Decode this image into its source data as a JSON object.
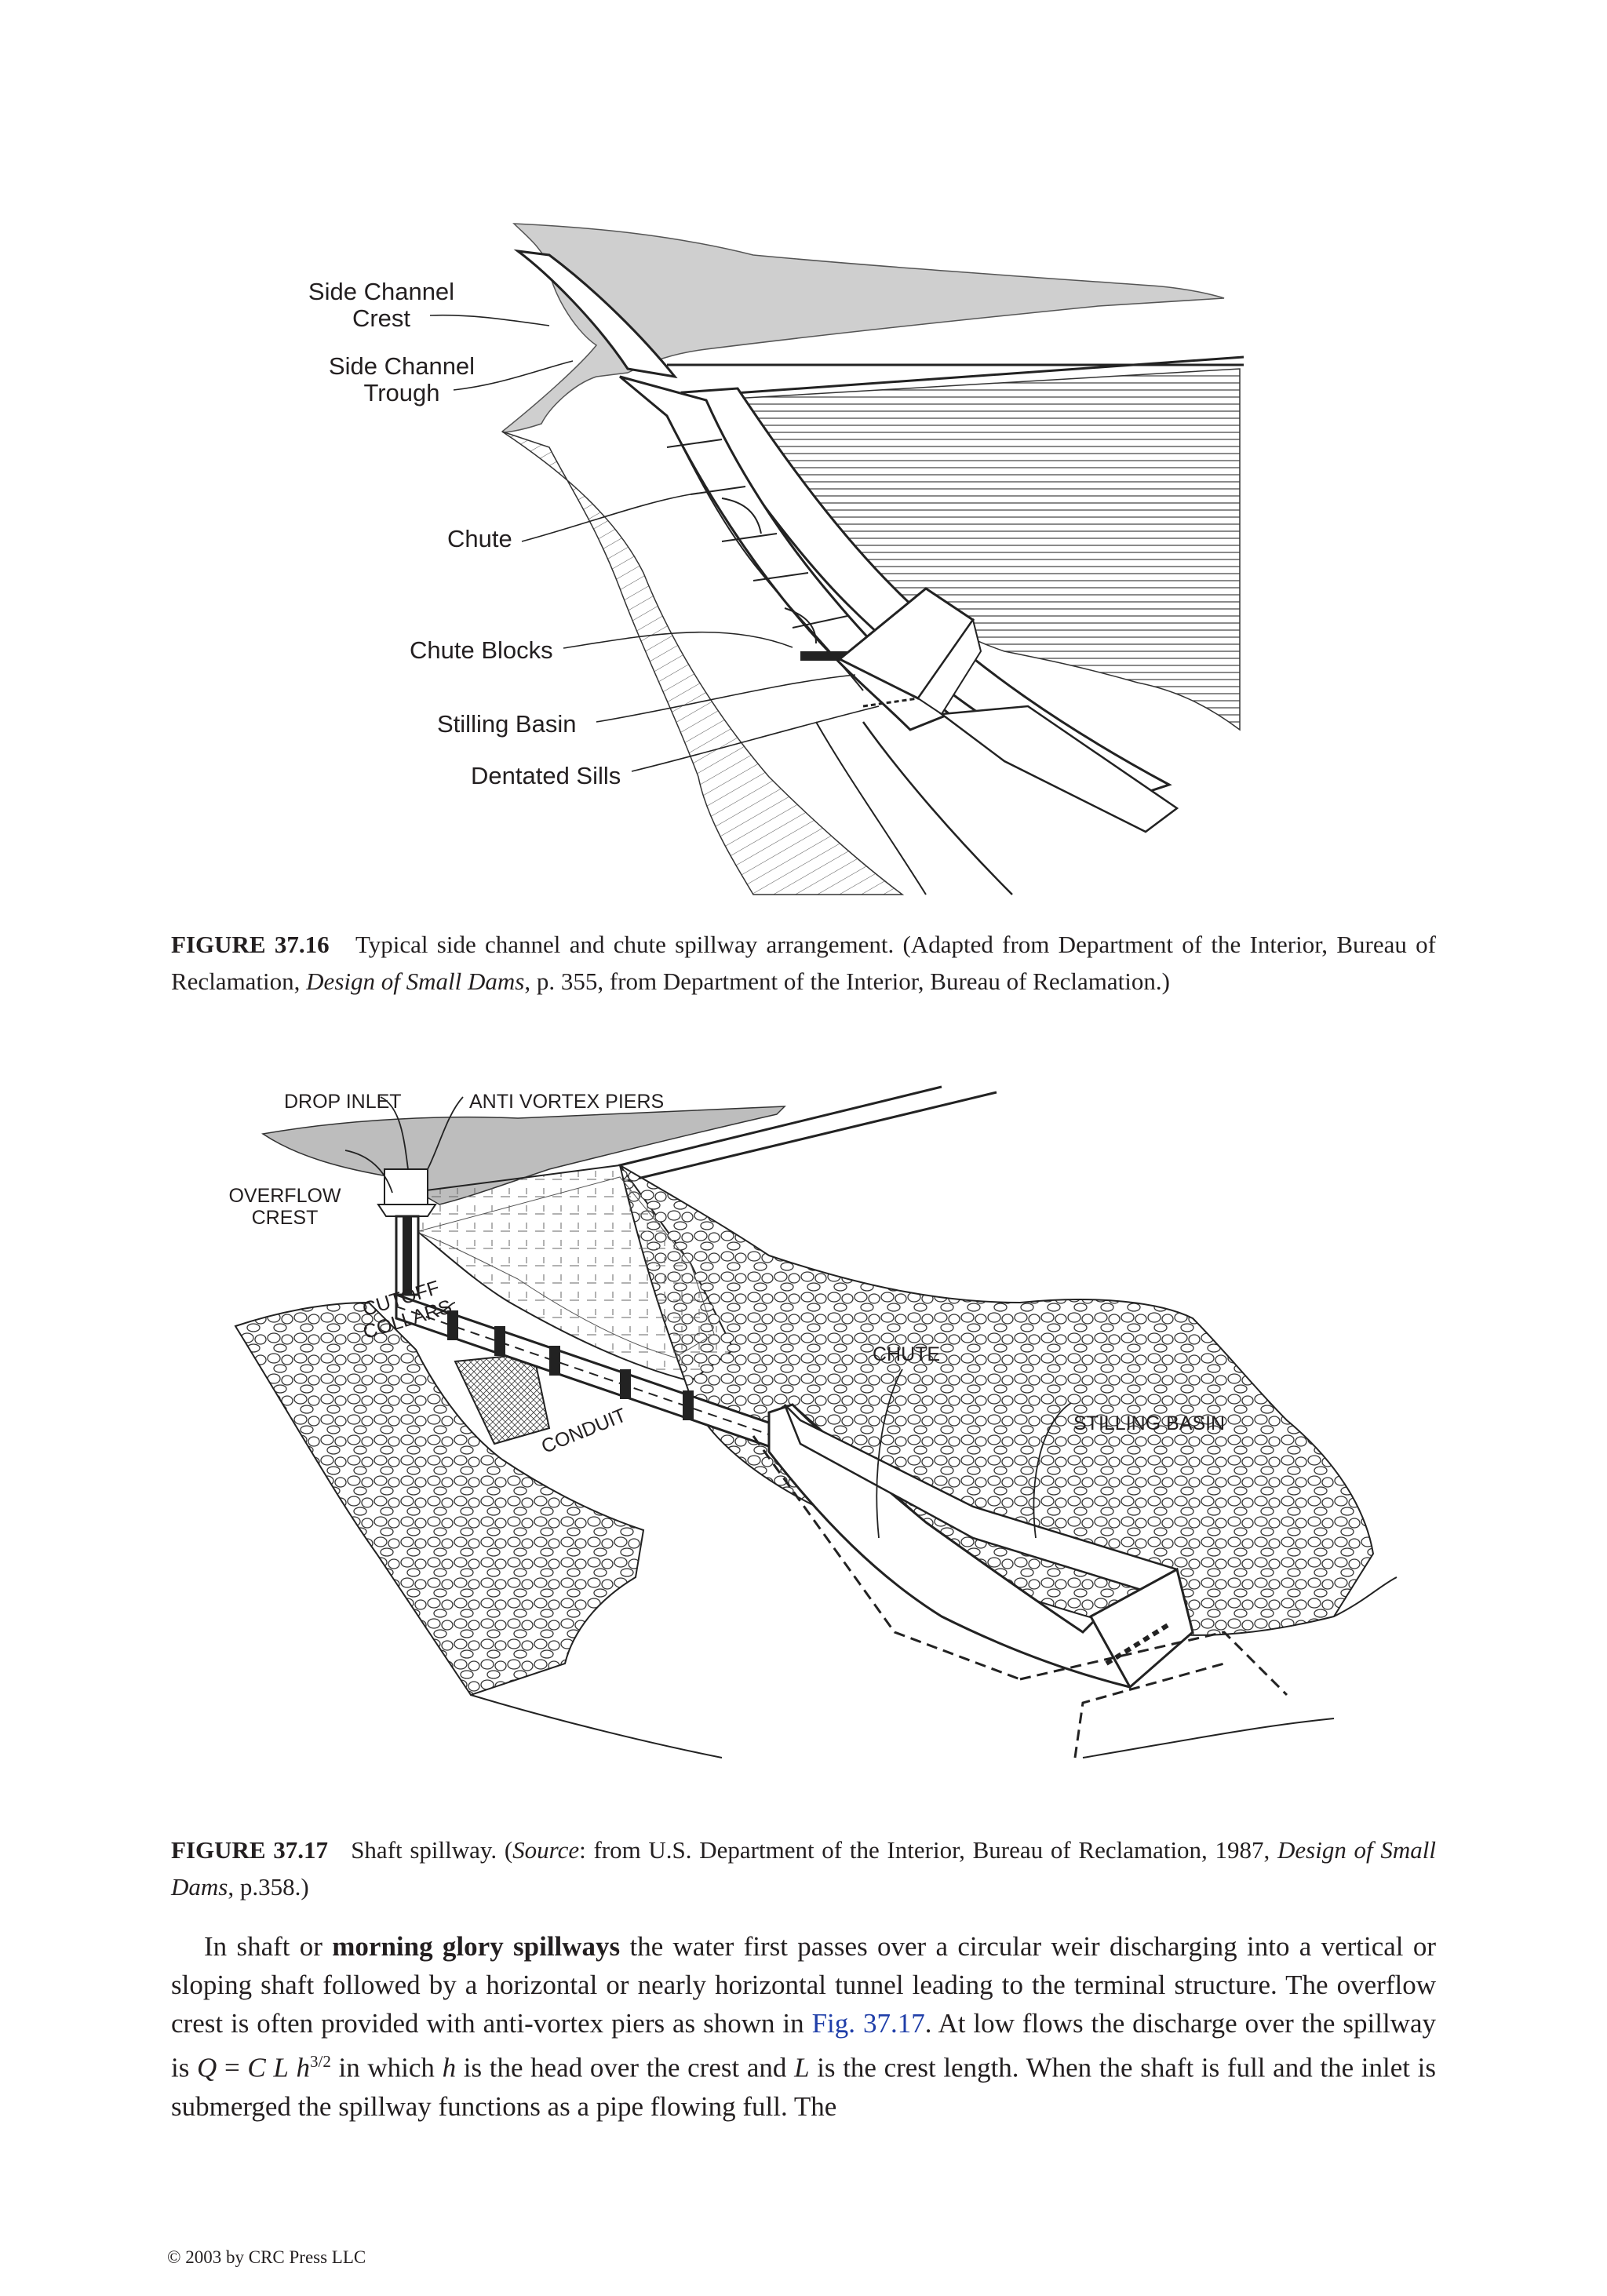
{
  "figure1": {
    "labels": {
      "side_channel_crest": "Side Channel\nCrest",
      "side_channel_trough": "Side Channel\nTrough",
      "chute": "Chute",
      "chute_blocks": "Chute Blocks",
      "stilling_basin": "Stilling Basin",
      "dentated_sills": "Dentated Sills"
    },
    "caption": {
      "number": "FIGURE 37.16",
      "text_before": "Typical side channel and chute spillway arrangement. (Adapted from Department of the Interior, Bureau of Reclamation, ",
      "title_italic": "Design of Small Dams",
      "text_after": ", p. 355, from Department of the Interior, Bureau of Reclamation.)"
    }
  },
  "figure2": {
    "labels": {
      "drop_inlet": "DROP INLET",
      "anti_vortex_piers": "ANTI VORTEX PIERS",
      "overflow_crest": "OVERFLOW\nCREST",
      "cutoff_collars": "CUTOFF\nCOLLARS",
      "conduit": "CONDUIT",
      "chute": "CHUTE",
      "stilling_basin": "STILLING BASIN"
    },
    "caption": {
      "number": "FIGURE 37.17",
      "text_a": "Shaft spillway. (",
      "source_italic": "Source",
      "text_b": ": from U.S. Department of the Interior, Bureau of Reclamation, 1987, ",
      "title_italic": "Design of Small Dams",
      "text_c": ", p.358.)"
    }
  },
  "body": {
    "intro": "In shaft or ",
    "term_bold": "morning glory spillways",
    "text1": " the water first passes over a circular weir discharging into a vertical or sloping shaft followed by a horizontal or nearly horizontal tunnel leading to the terminal structure. The overflow crest is often provided with anti-vortex piers as shown in ",
    "fig_ref": "Fig. 37.17",
    "text2": ". At low flows the discharge over the spillway is ",
    "eq_Q": "Q",
    "eq_eq": " = ",
    "eq_C": "C",
    "eq_L": "L",
    "eq_h": "h",
    "eq_exp": "3/2",
    "text3": " in which ",
    "var_h": "h",
    "text4": " is the head over the crest and ",
    "var_L": "L",
    "text5": " is the crest length. When the shaft is full and the inlet is submerged the spillway functions as a pipe flowing full. The"
  },
  "footer": {
    "copyright": "© 2003 by CRC Press LLC"
  },
  "colors": {
    "text": "#231f20",
    "link": "#1f3ea8",
    "terrain_gray": "#cfcfcf"
  }
}
